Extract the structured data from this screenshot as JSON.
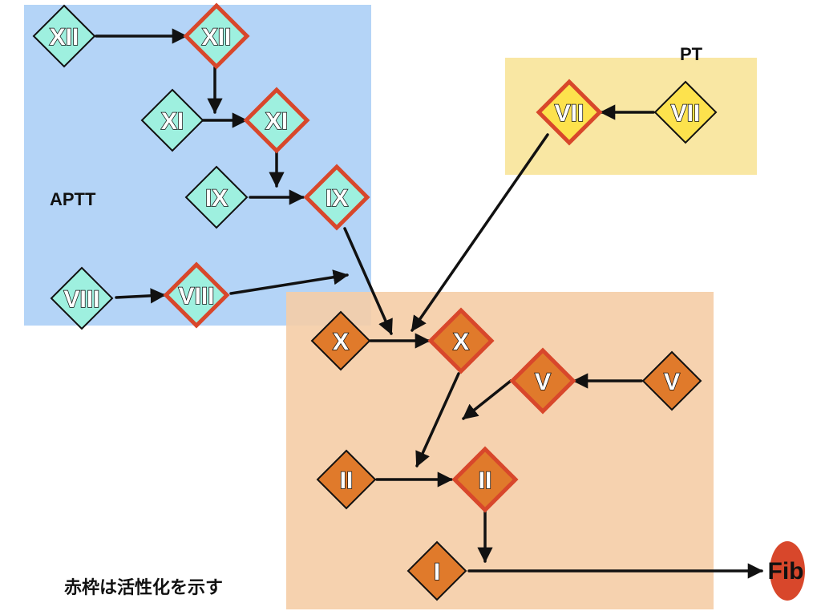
{
  "regions": [
    {
      "id": "aptt",
      "label": "APTT",
      "color": "#b4d4f7"
    },
    {
      "id": "pt",
      "label": "PT",
      "color": "#f9e7a3"
    },
    {
      "id": "common",
      "label": "",
      "color": "#f5cda6"
    }
  ],
  "colors": {
    "inactive_teal": "#9ef0df",
    "pt_yellow": "#fde24d",
    "orange_node": "#e07a2b",
    "active_border": "#d8472b",
    "inactive_border": "#111111",
    "fib_fill": "#d8472b",
    "arrow": "#111111"
  },
  "nodes": [
    {
      "id": "xii_in",
      "label": "XII",
      "fill": "inactive_teal",
      "active": false
    },
    {
      "id": "xii_act",
      "label": "XII",
      "fill": "inactive_teal",
      "active": true
    },
    {
      "id": "xi_in",
      "label": "XI",
      "fill": "inactive_teal",
      "active": false
    },
    {
      "id": "xi_act",
      "label": "XI",
      "fill": "inactive_teal",
      "active": true
    },
    {
      "id": "ix_in",
      "label": "IX",
      "fill": "inactive_teal",
      "active": false
    },
    {
      "id": "ix_act",
      "label": "IX",
      "fill": "inactive_teal",
      "active": true
    },
    {
      "id": "viii_in",
      "label": "VIII",
      "fill": "inactive_teal",
      "active": false
    },
    {
      "id": "viii_act",
      "label": "VIII",
      "fill": "inactive_teal",
      "active": true
    },
    {
      "id": "vii_act",
      "label": "VII",
      "fill": "pt_yellow",
      "active": true
    },
    {
      "id": "vii_in",
      "label": "VII",
      "fill": "pt_yellow",
      "active": false
    },
    {
      "id": "x_in",
      "label": "X",
      "fill": "orange_node",
      "active": false
    },
    {
      "id": "x_act",
      "label": "X",
      "fill": "orange_node",
      "active": true
    },
    {
      "id": "v_act",
      "label": "V",
      "fill": "orange_node",
      "active": true
    },
    {
      "id": "v_in",
      "label": "V",
      "fill": "orange_node",
      "active": false
    },
    {
      "id": "ii_in",
      "label": "II",
      "fill": "orange_node",
      "active": false
    },
    {
      "id": "ii_act",
      "label": "II",
      "fill": "orange_node",
      "active": true
    },
    {
      "id": "i_in",
      "label": "I",
      "fill": "orange_node",
      "active": false
    }
  ],
  "fibrin": {
    "label": "Fib"
  },
  "arrows": [
    {
      "from": "xii_in",
      "to": "xii_act"
    },
    {
      "from": "xii_act",
      "to": "xi_act"
    },
    {
      "from": "xi_in",
      "to": "xi_act"
    },
    {
      "from": "xi_act",
      "to": "ix_act"
    },
    {
      "from": "ix_in",
      "to": "ix_act"
    },
    {
      "from": "viii_in",
      "to": "viii_act"
    },
    {
      "from": "viii_act",
      "to": "cofactor_viii"
    },
    {
      "from": "ix_act",
      "to": "x_act"
    },
    {
      "from": "x_in",
      "to": "x_act"
    },
    {
      "from": "vii_in",
      "to": "vii_act"
    },
    {
      "from": "vii_act",
      "to": "x_act"
    },
    {
      "from": "v_in",
      "to": "v_act"
    },
    {
      "from": "v_act",
      "to": "cofactor_v"
    },
    {
      "from": "x_act",
      "to": "ii_act"
    },
    {
      "from": "ii_in",
      "to": "ii_act"
    },
    {
      "from": "ii_act",
      "to": "i_in"
    },
    {
      "from": "i_in",
      "to": "fib"
    }
  ],
  "note": "赤枠は活性化を示す"
}
